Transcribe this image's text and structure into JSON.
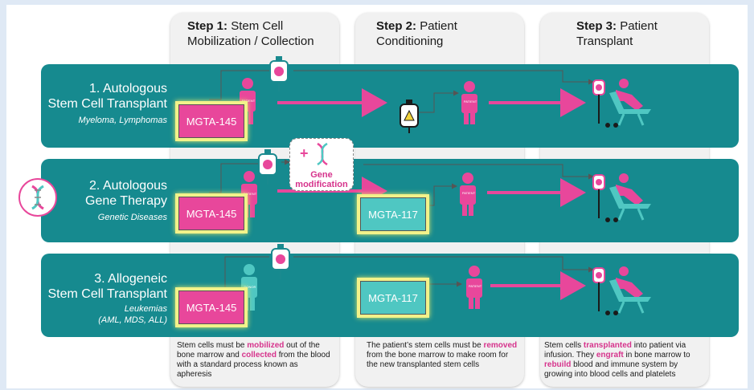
{
  "steps": [
    {
      "label": "Step 1:",
      "title": "Stem Cell\nMobilization / Collection"
    },
    {
      "label": "Step 2:",
      "title": "Patient\nConditioning"
    },
    {
      "label": "Step 3:",
      "title": "Patient\nTransplant"
    }
  ],
  "rows": [
    {
      "title": "1. Autologous\nStem Cell Transplant",
      "subtitle": "Myeloma, Lymphomas"
    },
    {
      "title": "2. Autologous\nGene Therapy",
      "subtitle": "Genetic Diseases"
    },
    {
      "title": "3. Allogeneic\nStem Cell Transplant",
      "subtitle": "Leukemias\n(AML, MDS, ALL)"
    }
  ],
  "drugs": {
    "mobilization": "MGTA-145",
    "conditioning": "MGTA-117"
  },
  "gene_modification": {
    "plus": "+",
    "label": "Gene\nmodification"
  },
  "figure_labels": {
    "patient": "PATIENT",
    "donor": "DONOR"
  },
  "descriptions": {
    "step1": {
      "a": "Stem cells must be ",
      "b": "mobilized",
      "c": " out of the bone marrow and ",
      "d": "collected",
      "e": " from the blood with a standard process known as apheresis"
    },
    "step2": {
      "a": "The patient’s stem cells must be ",
      "b": "removed",
      "c": " from the bone marrow to make room for the new transplanted stem cells"
    },
    "step3": {
      "a": "Stem cells ",
      "b": "transplanted",
      "c": " into patient via infusion. They ",
      "d": "engraft",
      "e": " in bone marrow to ",
      "f": "rebuild",
      "g": " blood and immune system by growing into blood cells and platelets"
    }
  },
  "colors": {
    "teal": "#168a8f",
    "magenta": "#e8479b",
    "aqua": "#4fc7c2",
    "highlight": "#f2f28a"
  }
}
